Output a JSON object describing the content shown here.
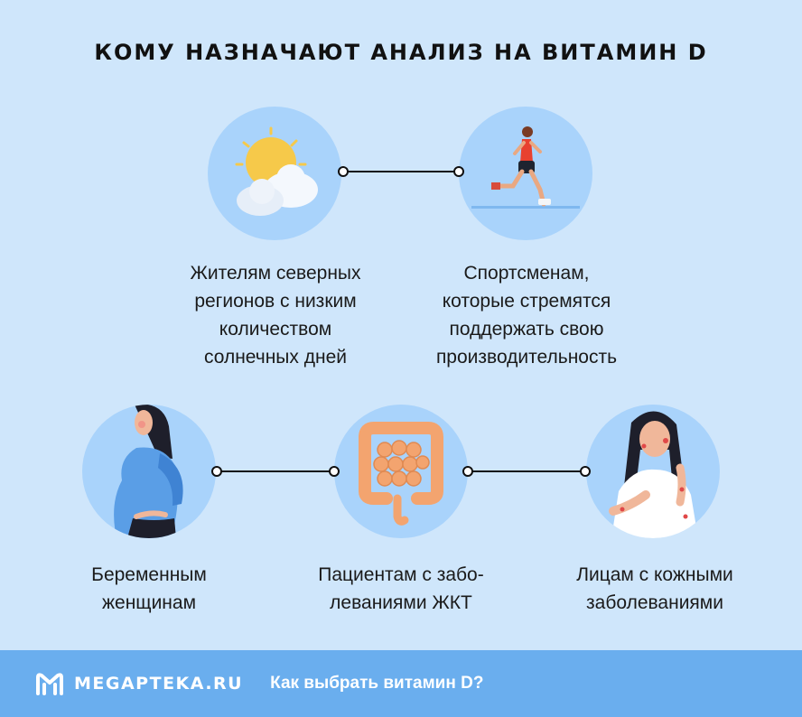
{
  "title": "КОМУ НАЗНАЧАЮТ АНАЛИЗ НА ВИТАМИН D",
  "groups": [
    {
      "icon": "sun-cloud-icon",
      "lines": [
        "Жителям северных",
        "регионов с низким",
        "количеством",
        "солнечных дней"
      ]
    },
    {
      "icon": "runner-icon",
      "lines": [
        "Спортсменам,",
        "которые стремятся",
        "поддержать свою",
        "производительность"
      ]
    },
    {
      "icon": "pregnant-woman-icon",
      "lines": [
        "Беременным",
        "женщинам"
      ]
    },
    {
      "icon": "intestines-icon",
      "lines": [
        "Пациентам с забо-",
        "леваниями ЖКТ"
      ]
    },
    {
      "icon": "woman-skin-rash-icon",
      "lines": [
        "Лицам с кожными",
        "заболеваниями"
      ]
    }
  ],
  "footer": {
    "brand": "MEGAPTEKA.RU",
    "link": "Как выбрать витамин D?"
  },
  "colors": {
    "background": "#cfe6fb",
    "circle": "#a9d3fb",
    "footer": "#6aaeee"
  }
}
